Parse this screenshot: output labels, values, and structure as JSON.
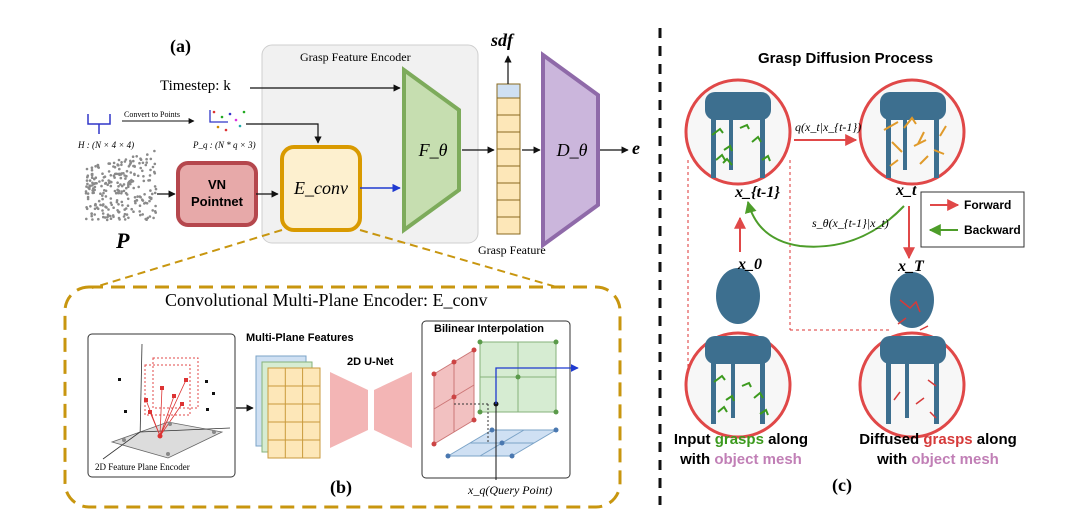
{
  "panel_a": {
    "label": "(a)",
    "encoder_title": "Grasp Feature Encoder",
    "timestep": "Timestep: k",
    "convert_label": "Convert to Points",
    "H_label": "H : (N × 4 × 4)",
    "Pq_label": "P_q : (N * q × 3)",
    "P_label": "P",
    "vn_label_1": "VN",
    "vn_label_2": "Pointnet",
    "econv_label": "E_conv",
    "F_label": "F_θ",
    "sdf_label": "sdf",
    "grasp_feature": "Grasp Feature",
    "D_label": "D_θ",
    "e_label": "e"
  },
  "panel_b": {
    "label": "(b)",
    "title": "Convolutional Multi-Plane Encoder: E_conv",
    "plane_encoder": "2D Feature Plane Encoder",
    "multiplane": "Multi-Plane Features",
    "unet": "2D U-Net",
    "bilinear": "Bilinear Interpolation",
    "query_point": "x_q(Query Point)"
  },
  "panel_c": {
    "label": "(c)",
    "title": "Grasp Diffusion Process",
    "q_label": "q(x_t|x_{t-1})",
    "s_label": "s_θ(x_{t-1}|x_t)",
    "x_tm1": "x_{t-1}",
    "x_t": "x_t",
    "x_0": "x_0",
    "x_T": "x_T",
    "legend_forward": "Forward",
    "legend_backward": "Backward",
    "caption_left_1": "Input",
    "caption_left_2": "grasps",
    "caption_left_3": "along",
    "caption_left_4": "with",
    "caption_left_5": "object mesh",
    "caption_right_1": "Diffused",
    "caption_right_2": "grasps",
    "caption_right_3": "along",
    "caption_right_4": "with",
    "caption_right_5": "object mesh"
  },
  "colors": {
    "vn_border": "#b5474d",
    "vn_fill": "#e7a9a9",
    "econv_border": "#d99a00",
    "econv_fill": "#fdf0cf",
    "f_border": "#7dab5b",
    "f_fill": "#c6deb0",
    "d_border": "#8f6aa9",
    "d_fill": "#cbb6dc",
    "grasp_green": "#3c9a1e",
    "grasp_red": "#d63a3a",
    "mesh_label": "#c17fb6",
    "forward": "#e04848",
    "backward": "#4d9d2a",
    "dashed_gold": "#c8960f"
  }
}
